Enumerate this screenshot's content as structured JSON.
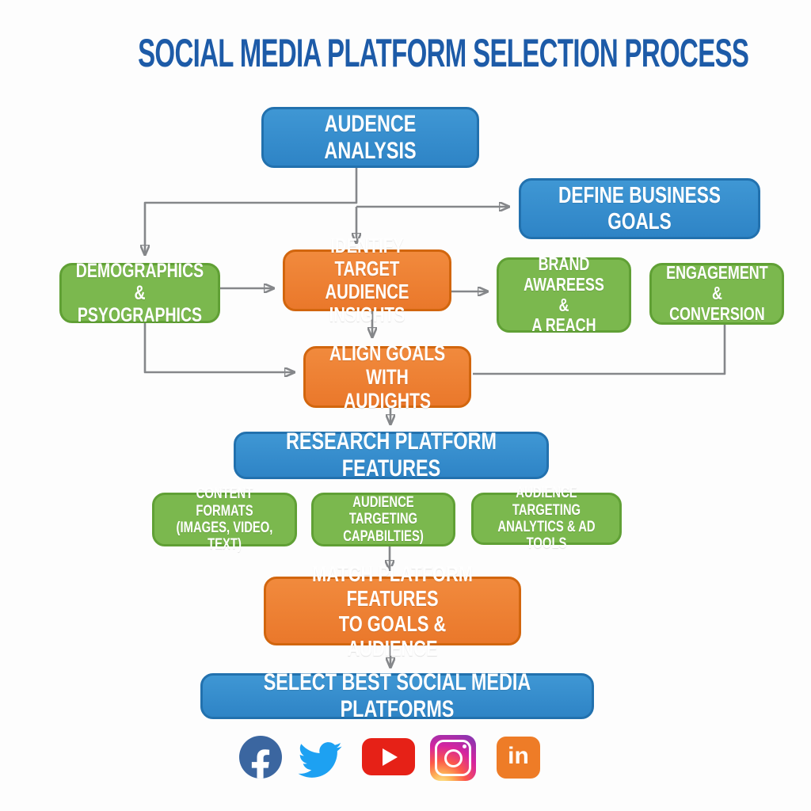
{
  "title": "SOCIAL MEDIA PLATFORM SELECTION PROCESS",
  "nodes": {
    "audience_analysis": {
      "label": "AUDENCE ANALYSIS",
      "type": "blue"
    },
    "define_business_goals": {
      "label": "DEFINE BUSINESS GOALS",
      "type": "blue"
    },
    "demographics_psychographics": {
      "label": "DEMOGRAPHICS &\nPSYOGRAPHICS",
      "type": "green"
    },
    "identify_target_audience": {
      "label": "IDENTIFY TARGET\nAUDIENCE INSIGHTS",
      "type": "orange"
    },
    "brand_awareness_reach": {
      "label": "BRAND\nAWAREESS &\nA REACH",
      "type": "green"
    },
    "engagement_conversion": {
      "label": "ENGAGEMENT\n& CONVERSION",
      "type": "green"
    },
    "align_goals": {
      "label": "ALIGN GOALS WITH\nAUDIGHTS",
      "type": "orange"
    },
    "research_platform_features": {
      "label": "RESEARCH PLATFORM FEATURES",
      "type": "blue"
    },
    "content_formats": {
      "label": "CONTENT FORMATS\n(IMAGES, VIDEO, TEXT)",
      "type": "green"
    },
    "audience_targeting_capabilities": {
      "label": "AUDIENCE TARGETING\nCAPABILTIES)",
      "type": "green"
    },
    "audience_targeting_analytics": {
      "label": "AUDIENCE TARGETING\nANALYTICS & AD TOOLS",
      "type": "green"
    },
    "match_platform_features": {
      "label": "MATCH PLATFORM FEATURES\nTO GOALS & AUDIENCE",
      "type": "orange"
    },
    "select_best_platforms": {
      "label": "SELECT BEST SOCIAL MEDIA PLATFORMS",
      "type": "blue"
    }
  },
  "icons": {
    "facebook": {
      "name": "facebook-icon",
      "glyph": "f",
      "color": "#3b66a0"
    },
    "twitter": {
      "name": "twitter-icon",
      "glyph": "bird",
      "color": "#1da1f2"
    },
    "youtube": {
      "name": "youtube-icon",
      "glyph": "play-button",
      "color": "#e62117"
    },
    "instagram": {
      "name": "instagram-icon",
      "glyph": "camera",
      "color_gradient": [
        "#fdf497",
        "#fd5949",
        "#d6249f",
        "#9134af"
      ]
    },
    "linkedin": {
      "name": "linkedin-icon",
      "glyph": "in",
      "color": "#ee7c27"
    }
  },
  "colors": {
    "title_text": "#1d5ba8",
    "box_blue": "#2e84c6",
    "box_blue_border": "#2271ae",
    "box_green": "#7bb84e",
    "box_green_border": "#60a035",
    "box_orange": "#ee7e33",
    "box_orange_border": "#d2660e",
    "connector": "#85878a",
    "background": "#fdfdfd"
  }
}
